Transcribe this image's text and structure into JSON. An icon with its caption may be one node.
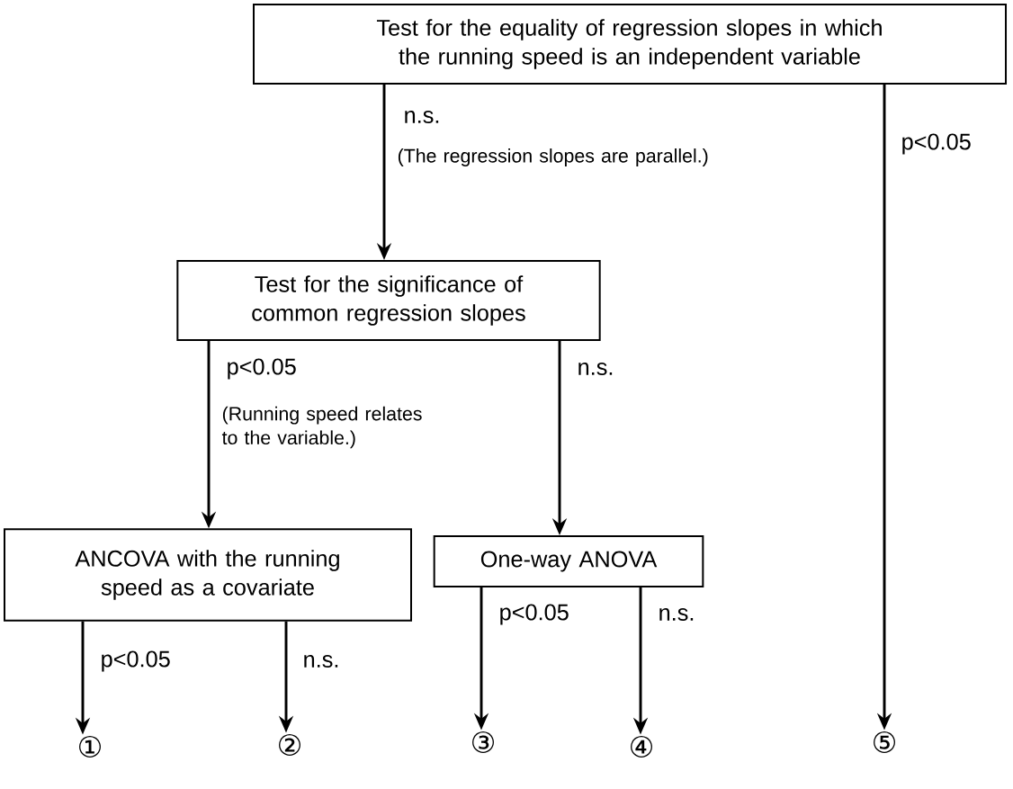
{
  "diagram": {
    "nodes": [
      {
        "text": [
          "Test for the equality of regression slopes in which the running speed is an independent variable"
        ]
      },
      {
        "text": [
          "Test for the significance of common regression slopes"
        ]
      },
      {
        "text": [
          "ANCOVA with the running speed as a covariate"
        ]
      },
      {
        "text": [
          "One-way ANOVA"
        ]
      },
      {
        "text": [
          "①"
        ]
      },
      {
        "text": [
          "②"
        ]
      },
      {
        "text": [
          "③"
        ]
      },
      {
        "text": [
          "④"
        ]
      },
      {
        "text": [
          "⑤"
        ]
      }
    ],
    "edges": [
      {
        "from": 0,
        "to": 1,
        "arrow": "to",
        "label": "n.s."
      },
      {
        "from": 0,
        "to": 8,
        "arrow": "to",
        "label": "p<0.05"
      },
      {
        "from": 1,
        "to": 2,
        "arrow": "to",
        "label": "p<0.05"
      },
      {
        "from": 1,
        "to": 3,
        "arrow": "to",
        "label": "n.s."
      },
      {
        "from": 2,
        "to": 4,
        "arrow": "to",
        "label": "p<0.05"
      },
      {
        "from": 2,
        "to": 5,
        "arrow": "to",
        "label": "n.s."
      },
      {
        "from": 3,
        "to": 6,
        "arrow": "to",
        "label": "p<0.05"
      },
      {
        "from": 3,
        "to": 7,
        "arrow": "to",
        "label": "n.s."
      }
    ],
    "labels": [
      "(The regression slopes are parallel.)",
      "(Running speed relates to the variable.)"
    ]
  }
}
